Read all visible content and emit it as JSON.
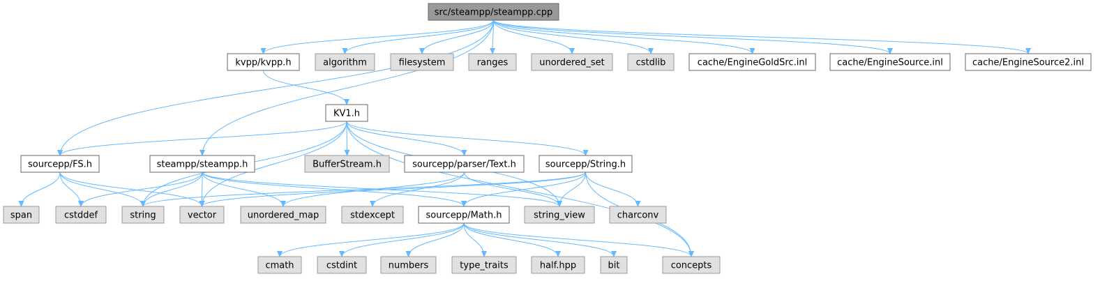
{
  "diagram": {
    "title": "src/steampp/steampp.cpp",
    "colors": {
      "root_fill": "#999999",
      "root_border": "#666666",
      "local_fill": "#ffffff",
      "local_border": "#666666",
      "system_fill": "#e0e0e0",
      "system_border": "#999999",
      "edge": "#63b8ff",
      "text": "#000000"
    },
    "nodes": [
      {
        "id": "root",
        "label": "src/steampp/steampp.cpp",
        "kind": "root"
      },
      {
        "id": "kvpp",
        "label": "kvpp/kvpp.h",
        "kind": "local"
      },
      {
        "id": "algorithm",
        "label": "algorithm",
        "kind": "system"
      },
      {
        "id": "filesystem",
        "label": "filesystem",
        "kind": "system"
      },
      {
        "id": "ranges",
        "label": "ranges",
        "kind": "system"
      },
      {
        "id": "unordered_set",
        "label": "unordered_set",
        "kind": "system"
      },
      {
        "id": "cstdlib",
        "label": "cstdlib",
        "kind": "system"
      },
      {
        "id": "goldsrc",
        "label": "cache/EngineGoldSrc.inl",
        "kind": "local"
      },
      {
        "id": "source",
        "label": "cache/EngineSource.inl",
        "kind": "local"
      },
      {
        "id": "source2",
        "label": "cache/EngineSource2.inl",
        "kind": "local"
      },
      {
        "id": "kv1",
        "label": "KV1.h",
        "kind": "local"
      },
      {
        "id": "fs",
        "label": "sourcepp/FS.h",
        "kind": "local"
      },
      {
        "id": "steampph",
        "label": "steampp/steampp.h",
        "kind": "local"
      },
      {
        "id": "bufferstream",
        "label": "BufferStream.h",
        "kind": "system"
      },
      {
        "id": "parsertext",
        "label": "sourcepp/parser/Text.h",
        "kind": "local"
      },
      {
        "id": "stringh",
        "label": "sourcepp/String.h",
        "kind": "local"
      },
      {
        "id": "span",
        "label": "span",
        "kind": "system"
      },
      {
        "id": "cstddef",
        "label": "cstddef",
        "kind": "system"
      },
      {
        "id": "string",
        "label": "string",
        "kind": "system"
      },
      {
        "id": "vector",
        "label": "vector",
        "kind": "system"
      },
      {
        "id": "unordered_map",
        "label": "unordered_map",
        "kind": "system"
      },
      {
        "id": "stdexcept",
        "label": "stdexcept",
        "kind": "system"
      },
      {
        "id": "mathh",
        "label": "sourcepp/Math.h",
        "kind": "local"
      },
      {
        "id": "string_view",
        "label": "string_view",
        "kind": "system"
      },
      {
        "id": "charconv",
        "label": "charconv",
        "kind": "system"
      },
      {
        "id": "cmath",
        "label": "cmath",
        "kind": "system"
      },
      {
        "id": "cstdint",
        "label": "cstdint",
        "kind": "system"
      },
      {
        "id": "numbers",
        "label": "numbers",
        "kind": "system"
      },
      {
        "id": "type_traits",
        "label": "type_traits",
        "kind": "system"
      },
      {
        "id": "halfhpp",
        "label": "half.hpp",
        "kind": "system"
      },
      {
        "id": "bit",
        "label": "bit",
        "kind": "system"
      },
      {
        "id": "concepts",
        "label": "concepts",
        "kind": "system"
      }
    ],
    "edges": [
      [
        "root",
        "kvpp"
      ],
      [
        "root",
        "algorithm"
      ],
      [
        "root",
        "filesystem"
      ],
      [
        "root",
        "ranges"
      ],
      [
        "root",
        "unordered_set"
      ],
      [
        "root",
        "cstdlib"
      ],
      [
        "root",
        "goldsrc"
      ],
      [
        "root",
        "source"
      ],
      [
        "root",
        "source2"
      ],
      [
        "root",
        "fs"
      ],
      [
        "root",
        "steampph"
      ],
      [
        "kvpp",
        "kv1"
      ],
      [
        "kv1",
        "fs"
      ],
      [
        "kv1",
        "bufferstream"
      ],
      [
        "kv1",
        "parsertext"
      ],
      [
        "kv1",
        "stringh"
      ],
      [
        "kv1",
        "string"
      ],
      [
        "kv1",
        "vector"
      ],
      [
        "kv1",
        "string_view"
      ],
      [
        "kv1",
        "concepts"
      ],
      [
        "fs",
        "span"
      ],
      [
        "fs",
        "cstddef"
      ],
      [
        "fs",
        "string"
      ],
      [
        "fs",
        "vector"
      ],
      [
        "steampph",
        "cstddef"
      ],
      [
        "steampph",
        "string"
      ],
      [
        "steampph",
        "vector"
      ],
      [
        "steampph",
        "unordered_map"
      ],
      [
        "steampph",
        "string_view"
      ],
      [
        "steampph",
        "mathh"
      ],
      [
        "parsertext",
        "unordered_map"
      ],
      [
        "parsertext",
        "stdexcept"
      ],
      [
        "parsertext",
        "string_view"
      ],
      [
        "stringh",
        "string"
      ],
      [
        "stringh",
        "vector"
      ],
      [
        "stringh",
        "string_view"
      ],
      [
        "stringh",
        "charconv"
      ],
      [
        "stringh",
        "concepts"
      ],
      [
        "stringh",
        "mathh"
      ],
      [
        "mathh",
        "cmath"
      ],
      [
        "mathh",
        "cstdint"
      ],
      [
        "mathh",
        "numbers"
      ],
      [
        "mathh",
        "type_traits"
      ],
      [
        "mathh",
        "halfhpp"
      ],
      [
        "mathh",
        "bit"
      ],
      [
        "mathh",
        "concepts"
      ]
    ]
  }
}
